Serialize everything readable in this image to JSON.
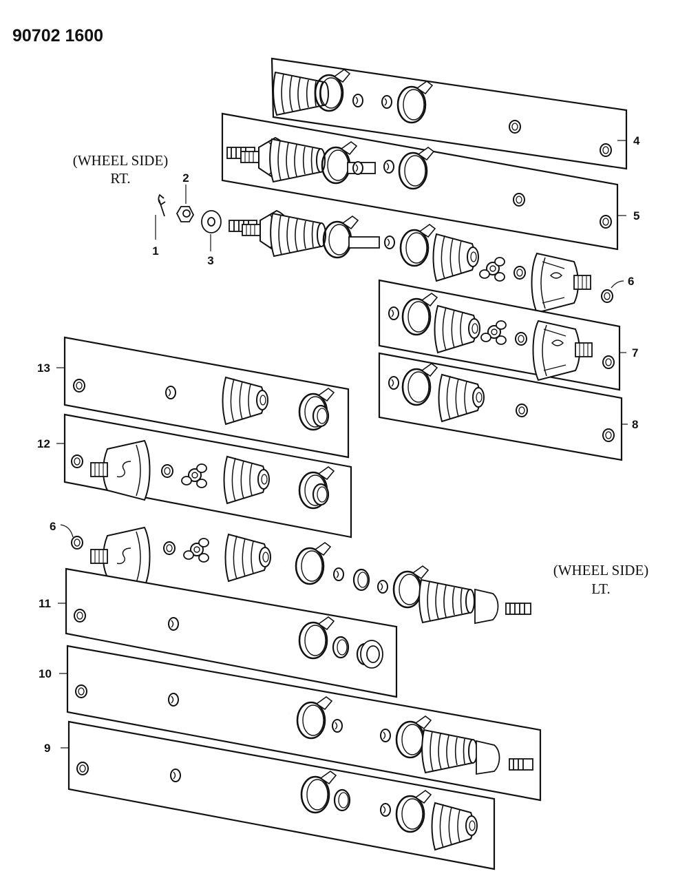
{
  "doc_number": "90702 1600",
  "wheel_side_rt": {
    "line1": "(WHEEL SIDE)",
    "line2": "RT."
  },
  "wheel_side_lt": {
    "line1": "(WHEEL SIDE)",
    "line2": "LT."
  },
  "callouts": {
    "c1": "1",
    "c2": "2",
    "c3": "3",
    "c4": "4",
    "c5": "5",
    "c6_right": "6",
    "c6_left": "6",
    "c7": "7",
    "c8": "8",
    "c9": "9",
    "c10": "10",
    "c11": "11",
    "c12": "12",
    "c13": "13"
  }
}
